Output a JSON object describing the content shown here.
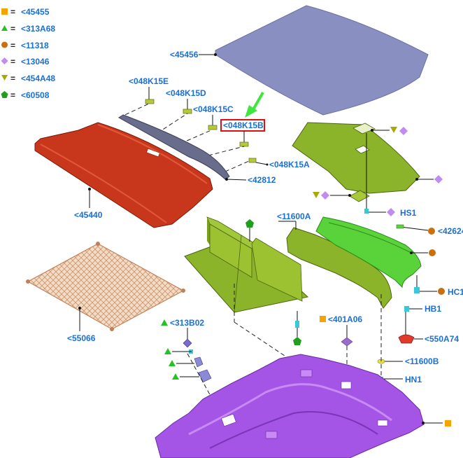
{
  "legend": [
    {
      "symbol": "square",
      "color": "#f5a300",
      "eq": "=",
      "code": "<45455"
    },
    {
      "symbol": "triangle",
      "color": "#22c322",
      "eq": "=",
      "code": "<313A68"
    },
    {
      "symbol": "circle",
      "color": "#c8700f",
      "eq": "=",
      "code": "<11318"
    },
    {
      "symbol": "diamond",
      "color": "#c08cf0",
      "eq": "=",
      "code": " <13046"
    },
    {
      "symbol": "triangle-down",
      "color": "#a8a800",
      "eq": "=",
      "code": "<454A48"
    },
    {
      "symbol": "pentagon",
      "color": "#1ea01e",
      "eq": "=",
      "code": "<60508"
    }
  ],
  "labels": {
    "roof_panel": "<45456",
    "clip_e": "<048K15E",
    "clip_d": "<048K15D",
    "clip_c": "<048K15C",
    "clip_b": "<048K15B",
    "clip_a": "<048K15A",
    "cover_strip": "<42812",
    "load_cover": "<45440",
    "cargo_net": "<55066",
    "hs1": "HS1",
    "reinforcement": "<11600A",
    "part_42624": "<42624",
    "hc1": "HC1",
    "hb1": "HB1",
    "part_550a74": "<550A74",
    "part_401a06": "<401A06",
    "part_11600b": "<11600B",
    "hn1": "HN1",
    "part_313b02": "<313B02"
  },
  "colors": {
    "label": "#1a6fd6",
    "highlight_box": "#e01010",
    "arrow": "#3ee63e",
    "roof": "#8a8fc2",
    "load_cover": "#c8361c",
    "cargo_net": "#f2dcc6",
    "green_panel": "#8cb42a",
    "bright_green": "#5ad23a",
    "floor": "#a455e6"
  }
}
